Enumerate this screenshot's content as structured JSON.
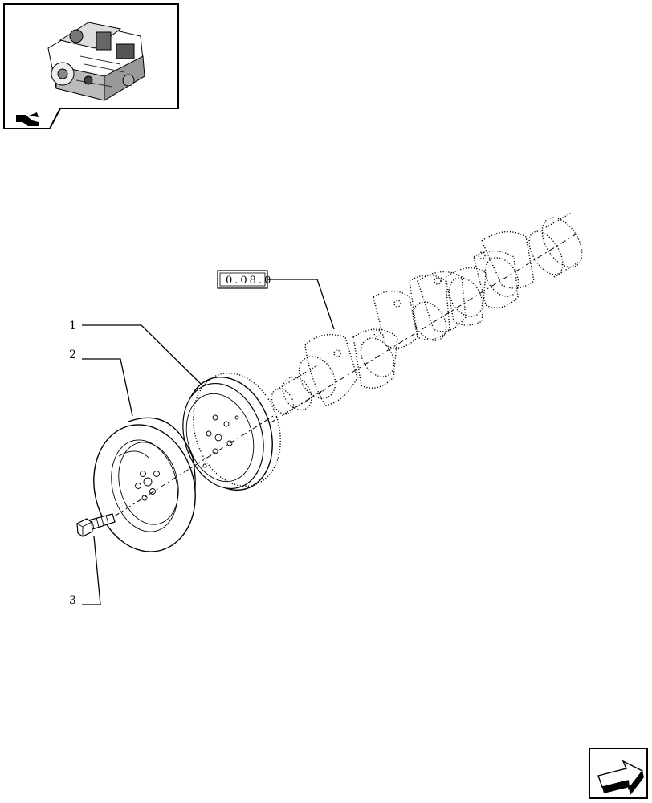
{
  "diagram": {
    "reference_box": {
      "label": "0.08.0"
    },
    "callouts": [
      {
        "id": "1",
        "label": "1"
      },
      {
        "id": "2",
        "label": "2"
      },
      {
        "id": "3",
        "label": "3"
      }
    ]
  },
  "icons": {
    "thumbnail": "engine-thumbnail-icon",
    "section": "section-indicator-icon",
    "next_page": "next-page-arrow-icon"
  }
}
